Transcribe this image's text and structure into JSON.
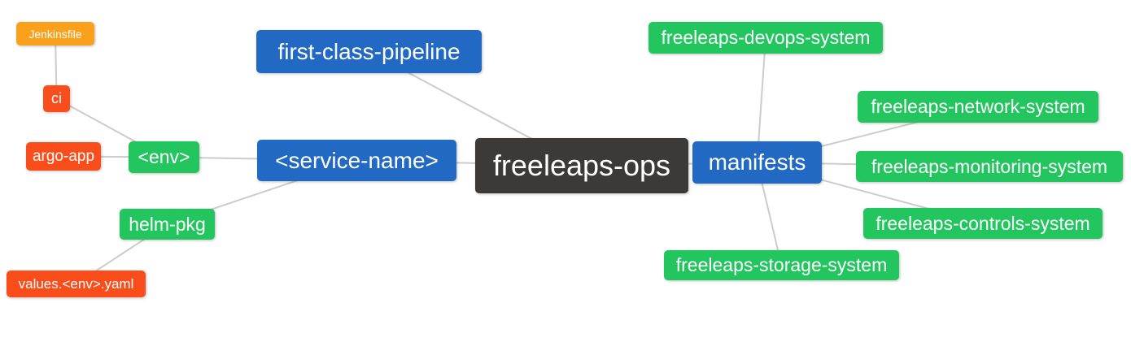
{
  "colors": {
    "root": "#3c3a38",
    "branch": "#2269c3",
    "green": "#22c55e",
    "red": "#f94d1c",
    "orange": "#f9a11c",
    "edge": "#cccccc",
    "text": "#ffffff",
    "background": "#ffffff"
  },
  "nodes": {
    "root": {
      "label": "freeleaps-ops"
    },
    "first_class_pipeline": {
      "label": "first-class-pipeline"
    },
    "service_name": {
      "label": "<service-name>"
    },
    "manifests": {
      "label": "manifests"
    },
    "env": {
      "label": "<env>"
    },
    "helm_pkg": {
      "label": "helm-pkg"
    },
    "ci": {
      "label": "ci"
    },
    "argo_app": {
      "label": "argo-app"
    },
    "jenkinsfile": {
      "label": "Jenkinsfile"
    },
    "values_env_yaml": {
      "label": "values.<env>.yaml"
    },
    "devops_system": {
      "label": "freeleaps-devops-system"
    },
    "network_system": {
      "label": "freeleaps-network-system"
    },
    "monitoring_system": {
      "label": "freeleaps-monitoring-system"
    },
    "controls_system": {
      "label": "freeleaps-controls-system"
    },
    "storage_system": {
      "label": "freeleaps-storage-system"
    }
  },
  "edges": [
    [
      "jenkinsfile",
      "ci"
    ],
    [
      "ci",
      "env"
    ],
    [
      "argo_app",
      "env"
    ],
    [
      "env",
      "service_name"
    ],
    [
      "helm_pkg",
      "service_name"
    ],
    [
      "values_env_yaml",
      "helm_pkg"
    ],
    [
      "first_class_pipeline",
      "root"
    ],
    [
      "service_name",
      "root"
    ],
    [
      "manifests",
      "root"
    ],
    [
      "devops_system",
      "manifests"
    ],
    [
      "network_system",
      "manifests"
    ],
    [
      "monitoring_system",
      "manifests"
    ],
    [
      "controls_system",
      "manifests"
    ],
    [
      "storage_system",
      "manifests"
    ]
  ]
}
